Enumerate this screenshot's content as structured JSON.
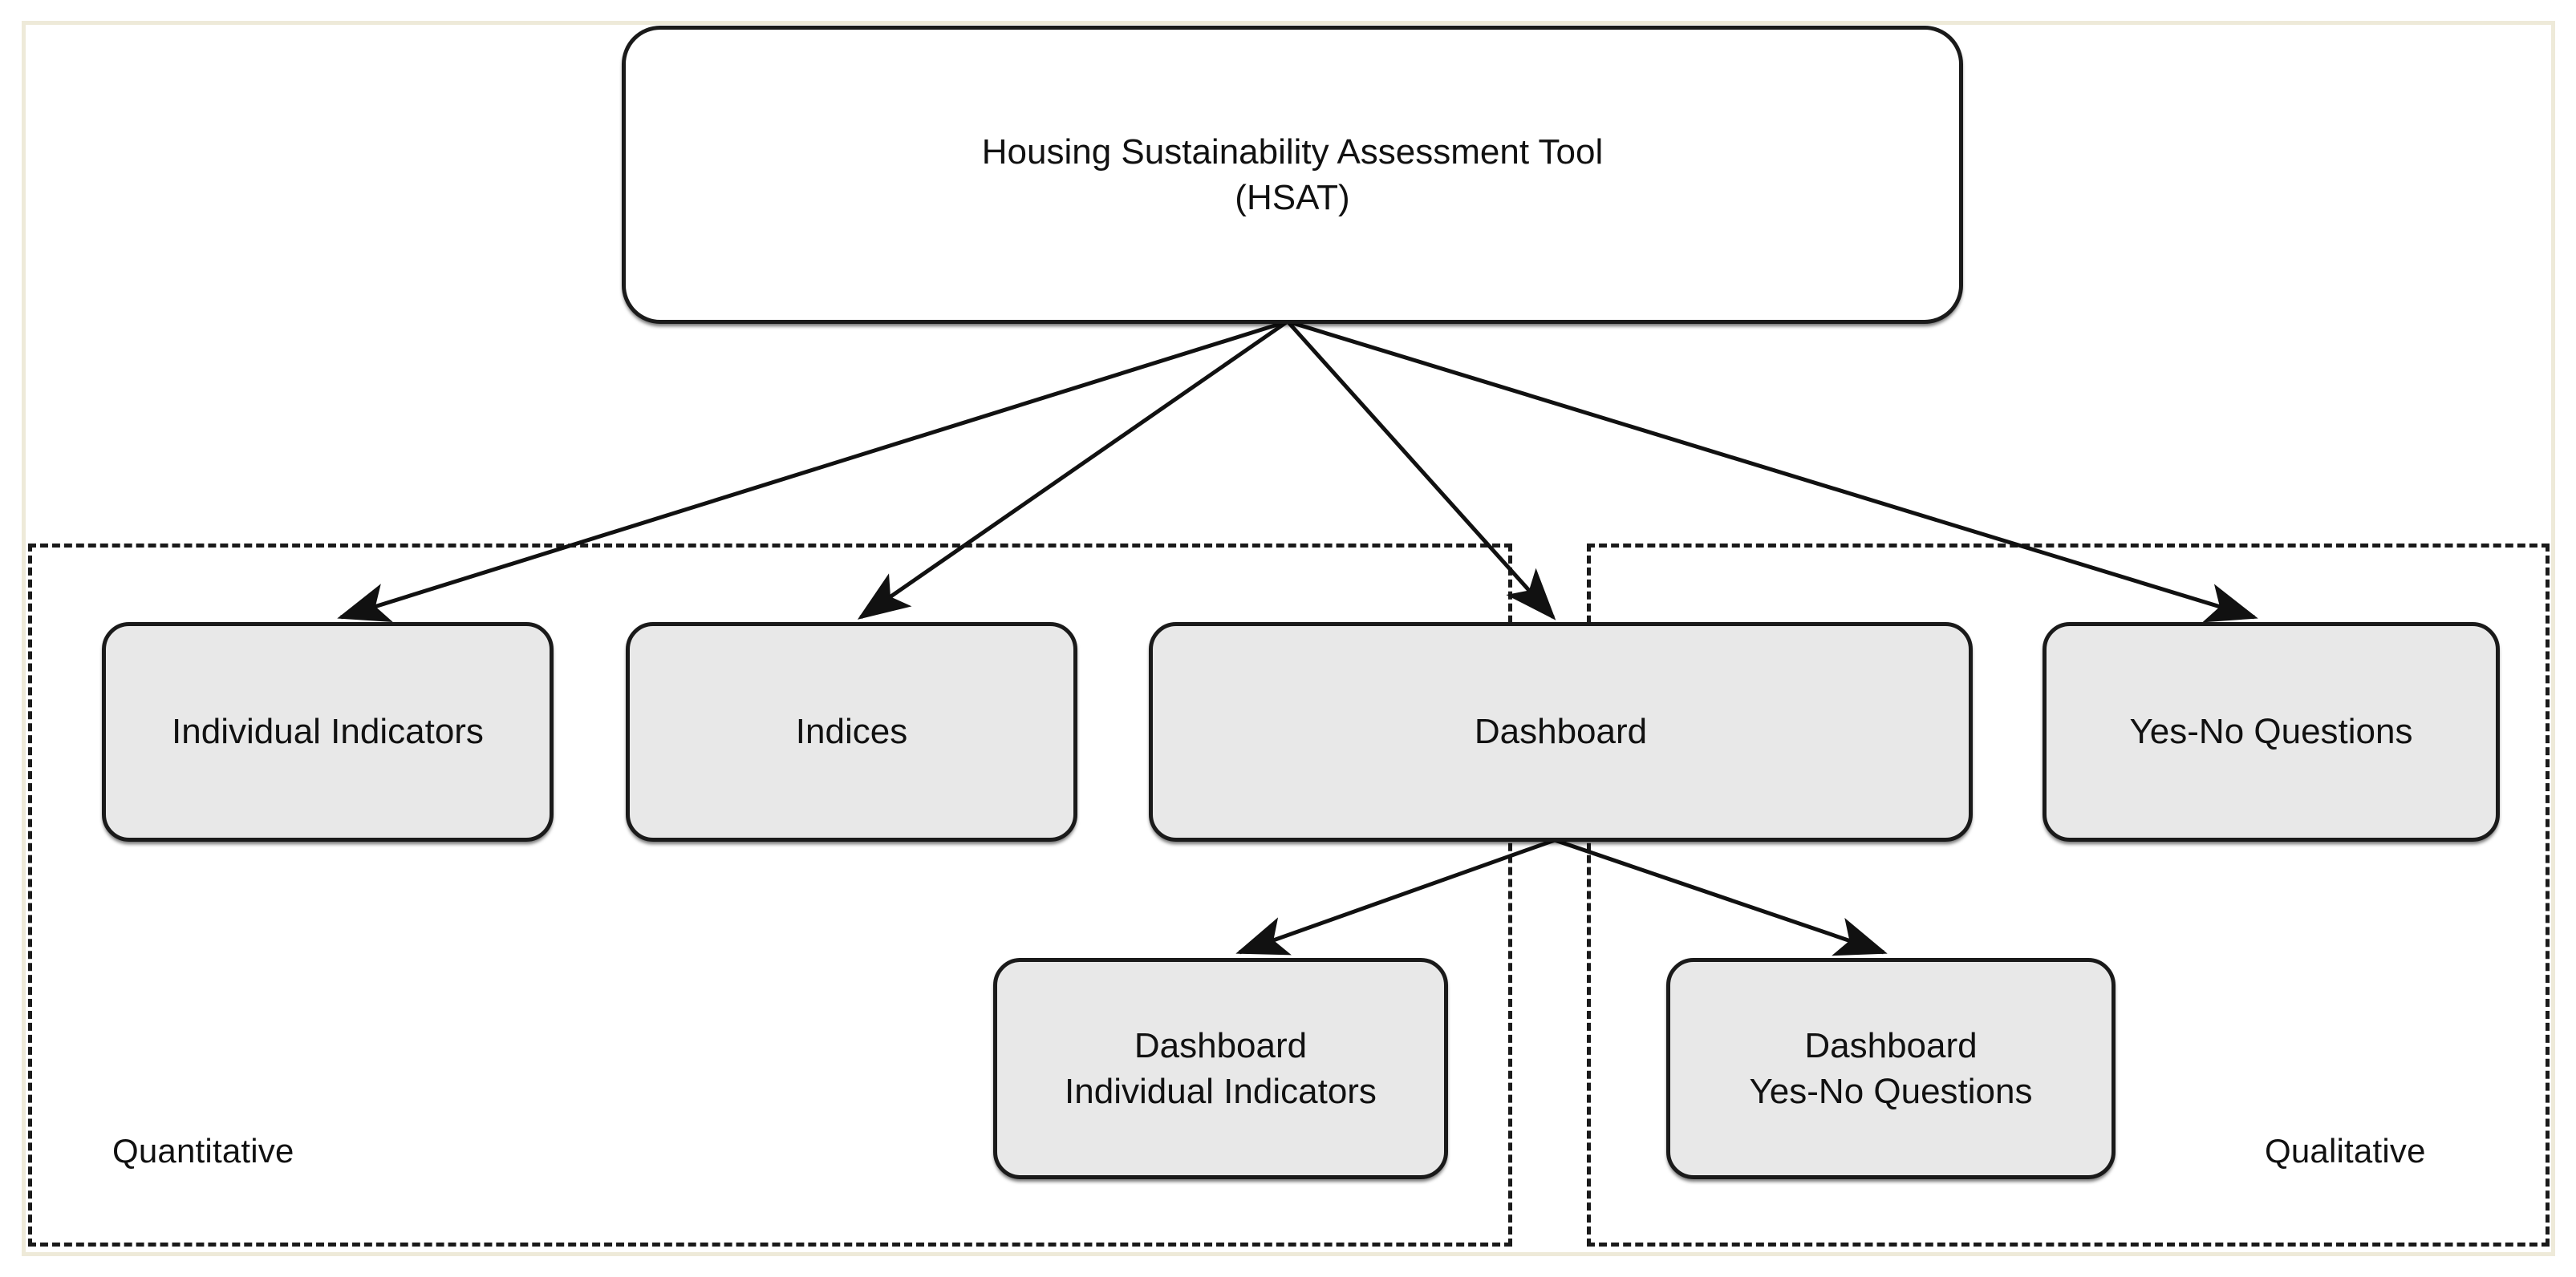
{
  "diagram": {
    "title_node": {
      "id": "hsat",
      "lines": [
        "Housing Sustainability Assessment Tool",
        "(HSAT)"
      ]
    },
    "nodes": [
      {
        "id": "individual-indicators",
        "lines": [
          "Individual Indicators"
        ]
      },
      {
        "id": "indices",
        "lines": [
          "Indices"
        ]
      },
      {
        "id": "dashboard",
        "lines": [
          "Dashboard"
        ]
      },
      {
        "id": "yes-no-questions",
        "lines": [
          "Yes-No Questions"
        ]
      },
      {
        "id": "dashboard-individual-indicators",
        "lines": [
          "Dashboard",
          "Individual Indicators"
        ]
      },
      {
        "id": "dashboard-yes-no-questions",
        "lines": [
          "Dashboard",
          "Yes-No Questions"
        ]
      }
    ],
    "regions": [
      {
        "id": "quantitative",
        "label": "Quantitative"
      },
      {
        "id": "qualitative",
        "label": "Qualitative"
      }
    ],
    "edges": [
      {
        "from": "hsat",
        "to": "individual-indicators"
      },
      {
        "from": "hsat",
        "to": "indices"
      },
      {
        "from": "hsat",
        "to": "dashboard"
      },
      {
        "from": "hsat",
        "to": "yes-no-questions"
      },
      {
        "from": "dashboard",
        "to": "dashboard-individual-indicators"
      },
      {
        "from": "dashboard",
        "to": "dashboard-yes-no-questions"
      }
    ],
    "colors": {
      "node_fill": "#e8e8e8",
      "root_fill": "#ffffff",
      "stroke": "#1a1a1a",
      "text": "#111111",
      "page_frame": "#eeead9",
      "background": "#ffffff"
    }
  }
}
